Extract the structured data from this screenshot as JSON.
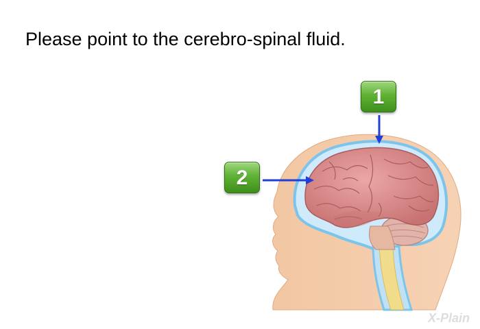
{
  "question": {
    "text": "Please point to the cerebro-spinal fluid."
  },
  "answers": [
    {
      "label": "1"
    },
    {
      "label": "2"
    }
  ],
  "watermark": {
    "text": "X-Plain"
  },
  "colors": {
    "skin": "#f4c9a4",
    "csf": "#7cc4ec",
    "brain": "#d98a8a",
    "button": "#5fb235",
    "arrow": "#1f3fd6",
    "spinal_cord": "#f0dc8a"
  }
}
